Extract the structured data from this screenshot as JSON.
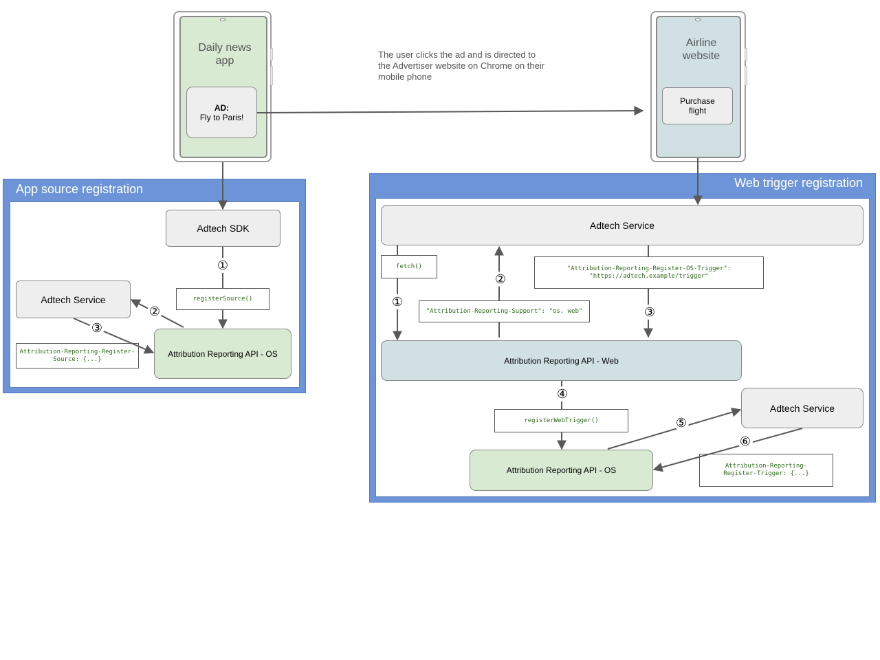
{
  "phones": {
    "news": {
      "title": "Daily news app",
      "ad_label": "AD:",
      "ad_text": "Fly to Paris!"
    },
    "airline": {
      "title": "Airline website",
      "purchase_label": "Purchase flight"
    }
  },
  "click_note": "The user clicks the ad and is directed to the Advertiser website on Chrome on their mobile phone",
  "app_source": {
    "title": "App source registration",
    "adtech_sdk": "Adtech SDK",
    "adtech_service": "Adtech Service",
    "api_os": "Attribution Reporting API - OS",
    "register_source": "registerSource()",
    "header_code": "Attribution-Reporting-Register-\nSource: {...}",
    "steps": [
      "①",
      "②",
      "③"
    ]
  },
  "web_trigger": {
    "title": "Web trigger registration",
    "adtech_service_top": "Adtech Service",
    "fetch": "fetch()",
    "support_header": "\"Attribution-Reporting-Support\": \"os, web\"",
    "os_trigger_header": "\"Attribution-Reporting-Register-OS-Trigger\":\n\"https://adtech.example/trigger\"",
    "api_web": "Attribution Reporting API - Web",
    "register_web_trigger": "registerWebTrigger()",
    "api_os": "Attribution Reporting API - OS",
    "adtech_service_right": "Adtech Service",
    "trigger_header": "Attribution-Reporting-\nRegister-Trigger: {...}",
    "steps": [
      "①",
      "②",
      "③",
      "④",
      "⑤",
      "⑥"
    ]
  },
  "colors": {
    "panel_blue": "#6d94d8",
    "phone_green": "#d9ead3",
    "phone_blue": "#d0e0e3",
    "box_gray": "#eeeeee",
    "code_green": "#2e6b1a",
    "arrow": "#595959"
  }
}
